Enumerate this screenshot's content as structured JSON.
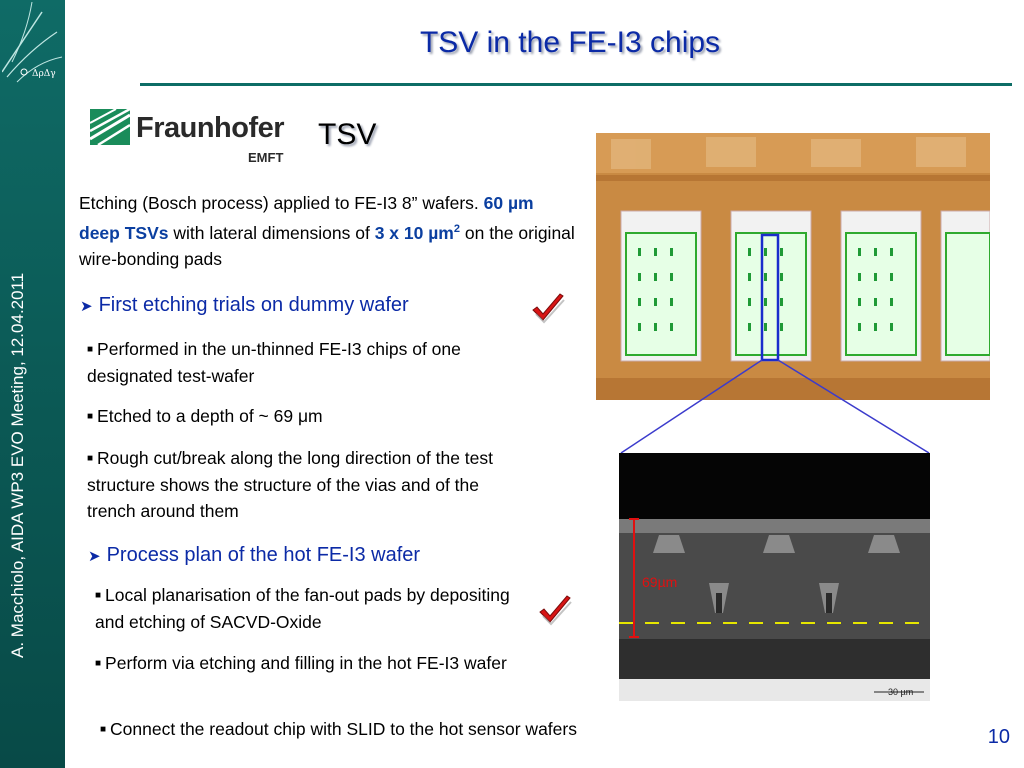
{
  "sidebar": {
    "footer_text": "A. Macchiolo,  AIDA WP3 EVO Meeting, 12.04.2011"
  },
  "slide": {
    "title": "TSV in the FE-I3 chips",
    "page_number": "10"
  },
  "logo": {
    "name": "Fraunhofer",
    "sub": "EMFT"
  },
  "tsv_label": "TSV",
  "intro": {
    "part1": "Etching (Bosch process) applied to FE-I3 8” wafers. ",
    "hl1": "60 µm deep TSVs",
    "part2": " with lateral dimensions of ",
    "hl2": "3 x 10 µm",
    "hl2_sup": "2",
    "part3": " on the original wire-bonding pads"
  },
  "bullets": {
    "first": {
      "label": "First etching trials on dummy wafer",
      "items": [
        "Performed in the un-thinned FE-I3 chips of one designated test-wafer",
        "Etched to a depth of ~ 69 μm",
        "Rough cut/break along the long direction of the test structure shows the structure of the vias and of the trench around them"
      ]
    },
    "second": {
      "label": "Process plan of the hot FE-I3 wafer",
      "items": [
        "Local planarisation of the fan-out pads by depositing and etching of SACVD-Oxide",
        "Perform via etching and filling in the hot FE-I3 wafer",
        "Connect the readout chip with SLID to the hot sensor wafers"
      ]
    }
  },
  "sem_image": {
    "depth_label": "69µm",
    "scale_label": "30 µm"
  },
  "colors": {
    "title": "#0b2aa6",
    "highlight": "#0b3fa0",
    "sidebar": "#0b5854",
    "check": "#d81414"
  }
}
